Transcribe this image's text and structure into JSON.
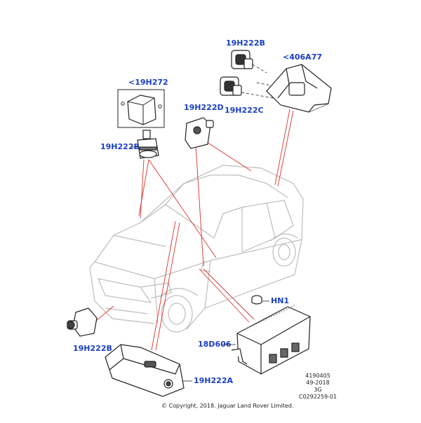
{
  "labels": {
    "l_19h222b_top": "19H222B",
    "l_406a77": "<406A77",
    "l_19h222c": "19H222C",
    "l_19h272": "<19H272",
    "l_19h222d": "19H222D",
    "l_19h222b_left": "19H222B",
    "l_hn1": "HN1",
    "l_18d606": "18D606",
    "l_19h222b_bottom": "19H222B",
    "l_19h222a": "19H222A"
  },
  "meta": {
    "line1": "4190405",
    "line2": "49-2018",
    "line3": "3G",
    "line4": "C0292259-01"
  },
  "copyright": "© Copyright, 2018. Jaguar Land Rover Limited.",
  "colors": {
    "label": "#1a3fc4",
    "leader": "#d9322a",
    "outline": "#222222",
    "car": "#bdbdbd"
  }
}
